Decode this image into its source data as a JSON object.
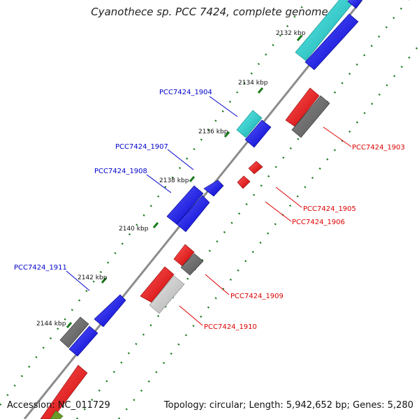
{
  "title": "Cyanothece sp. PCC 7424, complete genome",
  "footer": {
    "accession": "Accession: NC_011729",
    "summary": "Topology: circular; Length: 5,942,652 bp; Genes: 5,280"
  },
  "colors": {
    "backbone": "#8c8c8c",
    "tick": "#1a7a1a",
    "forward_label": "#0000cc",
    "reverse_label": "#dd0000",
    "blue": "#0000ee",
    "red": "#ee0000",
    "grey": "#666666",
    "lightgrey": "#cccccc",
    "cyan": "#22cccc"
  },
  "ticks": [
    "2132 kbp",
    "2134 kbp",
    "2136 kbp",
    "2138 kbp",
    "2140 kbp",
    "2142 kbp",
    "2144 kbp"
  ],
  "forward_labels": [
    "PCC7424_1904",
    "PCC7424_1907",
    "PCC7424_1908",
    "PCC7424_1911"
  ],
  "reverse_labels": [
    "PCC7424_1903",
    "PCC7424_1905",
    "PCC7424_1906",
    "PCC7424_1909",
    "PCC7424_1910"
  ]
}
